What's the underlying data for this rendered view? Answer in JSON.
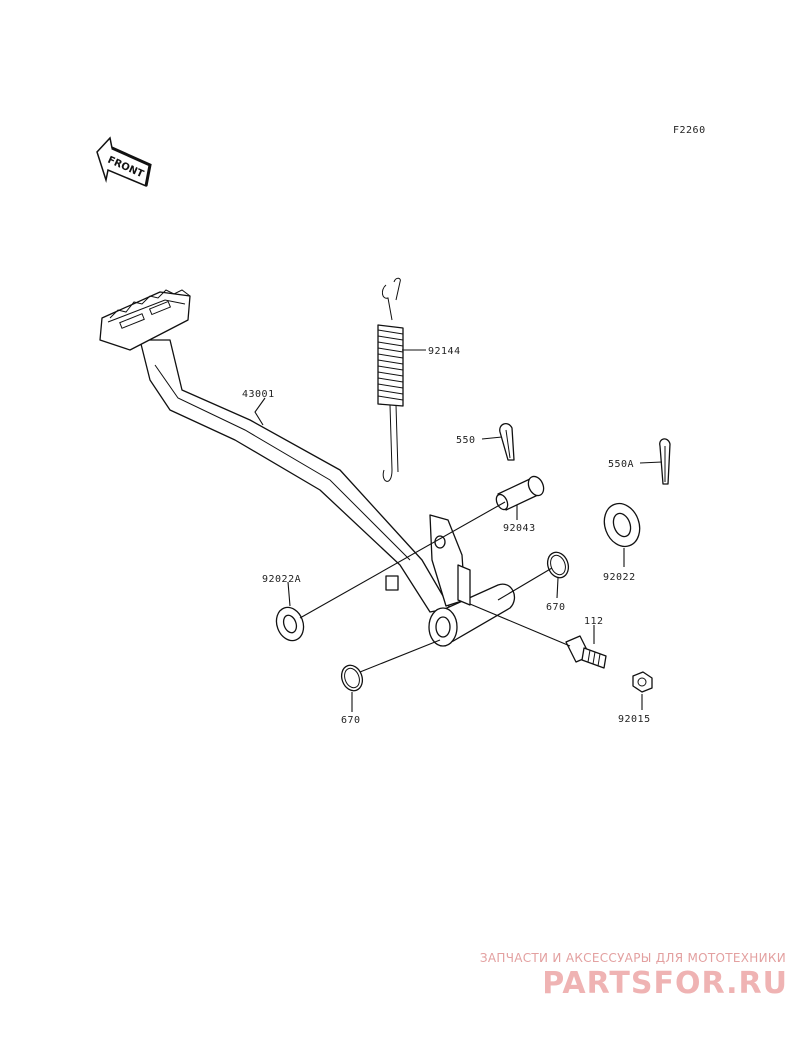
{
  "diagram_code": "F2260",
  "front_arrow_label": "FRONT",
  "parts": [
    {
      "number": "43001"
    },
    {
      "number": "92144"
    },
    {
      "number": "550"
    },
    {
      "number": "550A"
    },
    {
      "number": "92043"
    },
    {
      "number": "92022"
    },
    {
      "number": "92022A"
    },
    {
      "number": "670"
    },
    {
      "number": "112"
    },
    {
      "number": "92015"
    },
    {
      "number": "670"
    }
  ],
  "watermark": {
    "tagline": "ЗАПЧАСТИ И АКСЕССУАРЫ ДЛЯ МОТОТЕХНИКИ",
    "logo": "PARTSFOR.RU",
    "color": "#e8a3a3"
  }
}
